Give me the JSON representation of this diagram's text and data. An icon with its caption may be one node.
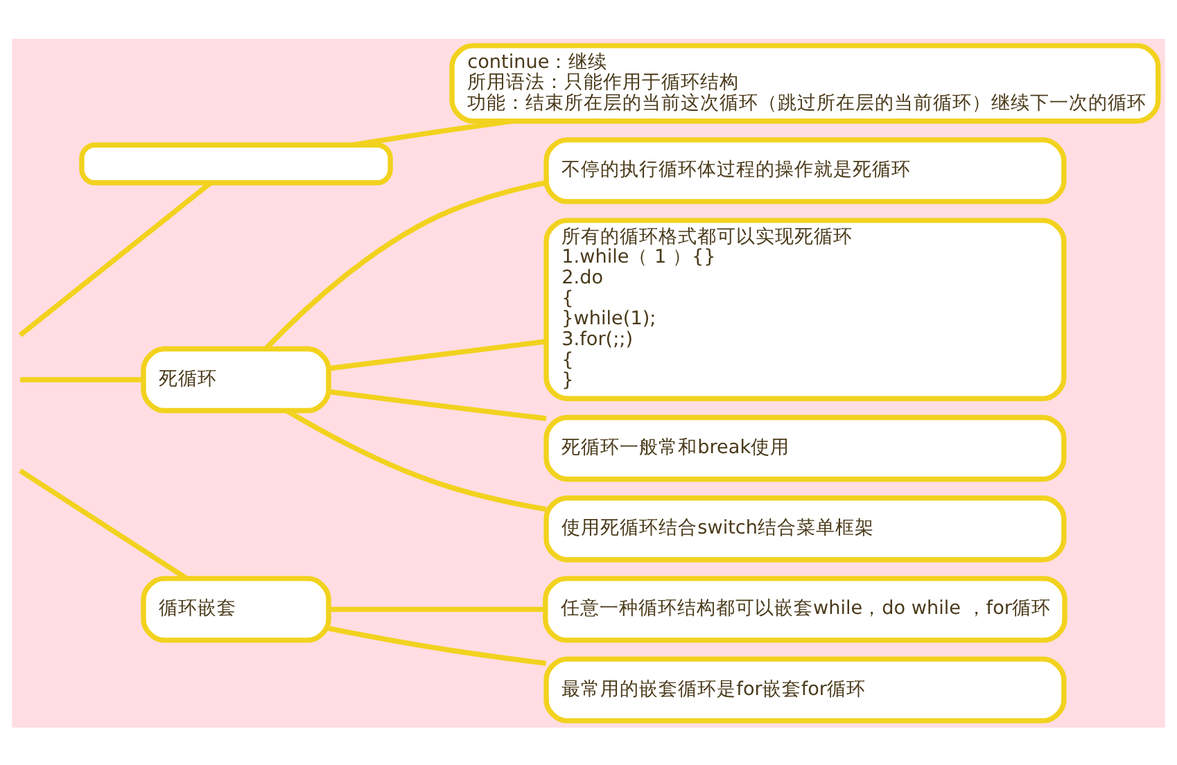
{
  "diagram": {
    "nodes": [
      {
        "text": [],
        "shape": "box"
      },
      {
        "text": [
          "continue：继续",
          "所用语法：只能作用于循环结构",
          "功能：结束所在层的当前这次循环（跳过所在层的当前循环）继续下一次的循环"
        ]
      },
      {
        "text": [
          "死循环"
        ]
      },
      {
        "text": [
          "不停的执行循环体过程的操作就是死循环"
        ]
      },
      {
        "text": [
          "所有的循环格式都可以实现死循环",
          "1.while（ 1 ）{}",
          "2.do",
          "{",
          "}while(1);",
          "3.for(;;)",
          "{",
          "}"
        ]
      },
      {
        "text": [
          "死循环一般常和break使用"
        ]
      },
      {
        "text": [
          "使用死循环结合switch结合菜单框架"
        ]
      },
      {
        "text": [
          "循环嵌套"
        ]
      },
      {
        "text": [
          "任意一种循环结构都可以嵌套while，do while ，for循环"
        ]
      },
      {
        "text": [
          "最常用的嵌套循环是for嵌套for循环"
        ]
      }
    ],
    "edges": [
      {
        "from": null,
        "to": 0,
        "arrow": "none"
      },
      {
        "from": null,
        "to": 2,
        "arrow": "none"
      },
      {
        "from": null,
        "to": 7,
        "arrow": "none"
      },
      {
        "from": 0,
        "to": 1,
        "arrow": "none"
      },
      {
        "from": 2,
        "to": 3,
        "arrow": "none"
      },
      {
        "from": 2,
        "to": 4,
        "arrow": "none"
      },
      {
        "from": 2,
        "to": 5,
        "arrow": "none"
      },
      {
        "from": 2,
        "to": 6,
        "arrow": "none"
      },
      {
        "from": 7,
        "to": 8,
        "arrow": "none"
      },
      {
        "from": 7,
        "to": 9,
        "arrow": "none"
      }
    ]
  }
}
